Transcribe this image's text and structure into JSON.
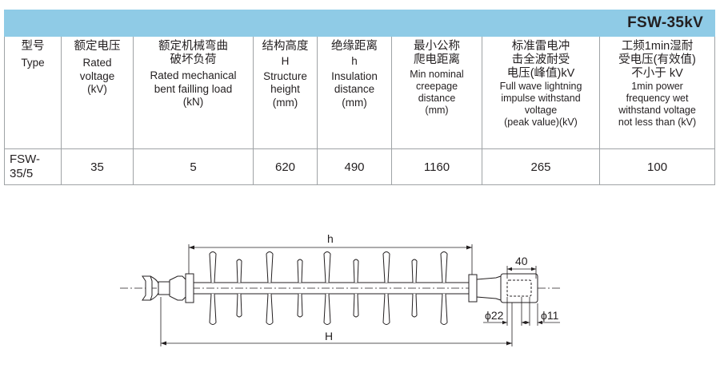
{
  "title": "FSW-35kV",
  "headers": [
    {
      "zh": [
        "型号"
      ],
      "en": [
        "Type"
      ]
    },
    {
      "zh": [
        "额定电压"
      ],
      "en": [
        "Rated",
        "voltage",
        "(kV)"
      ]
    },
    {
      "zh": [
        "额定机械弯曲",
        "破坏负荷"
      ],
      "en": [
        "Rated mechanical",
        "bent  failling load",
        "(kN)"
      ]
    },
    {
      "zh": [
        "结构高度"
      ],
      "en": [
        "H",
        "Structure",
        "height",
        "(mm)"
      ]
    },
    {
      "zh": [
        "绝缘距离"
      ],
      "en": [
        "h",
        "Insulation",
        "distance",
        "(mm)"
      ]
    },
    {
      "zh": [
        "最小公称",
        "爬电距离"
      ],
      "en": [
        "Min nominal",
        "creepage",
        "distance",
        "(mm)"
      ]
    },
    {
      "zh": [
        "标准雷电冲",
        "击全波耐受",
        "电压(峰值)kV"
      ],
      "en": [
        "Full wave lightning",
        "impulse  withstand",
        "voltage",
        "(peak value)(kV)"
      ]
    },
    {
      "zh": [
        "工频1min湿耐",
        "受电压(有效值)",
        "不小于 kV"
      ],
      "en": [
        "1min power",
        "frequency wet",
        "withstand voltage",
        "not less than (kV)"
      ]
    }
  ],
  "row": {
    "type": "FSW-\n35/5",
    "type_line1": "FSW-",
    "type_line2": "35/5",
    "rated_voltage": "35",
    "bending_load": "5",
    "structure_height": "620",
    "insulation_distance": "490",
    "creepage_distance": "1160",
    "impulse_voltage": "265",
    "power_freq_voltage": "100"
  },
  "drawing": {
    "label_h": "h",
    "label_H": "H",
    "label_40": "40",
    "label_d22": "ϕ22",
    "label_d11": "ϕ11"
  },
  "colors": {
    "title_bar": "#8fcbe6",
    "grid": "#9fa3a6",
    "ink": "#231f20"
  }
}
